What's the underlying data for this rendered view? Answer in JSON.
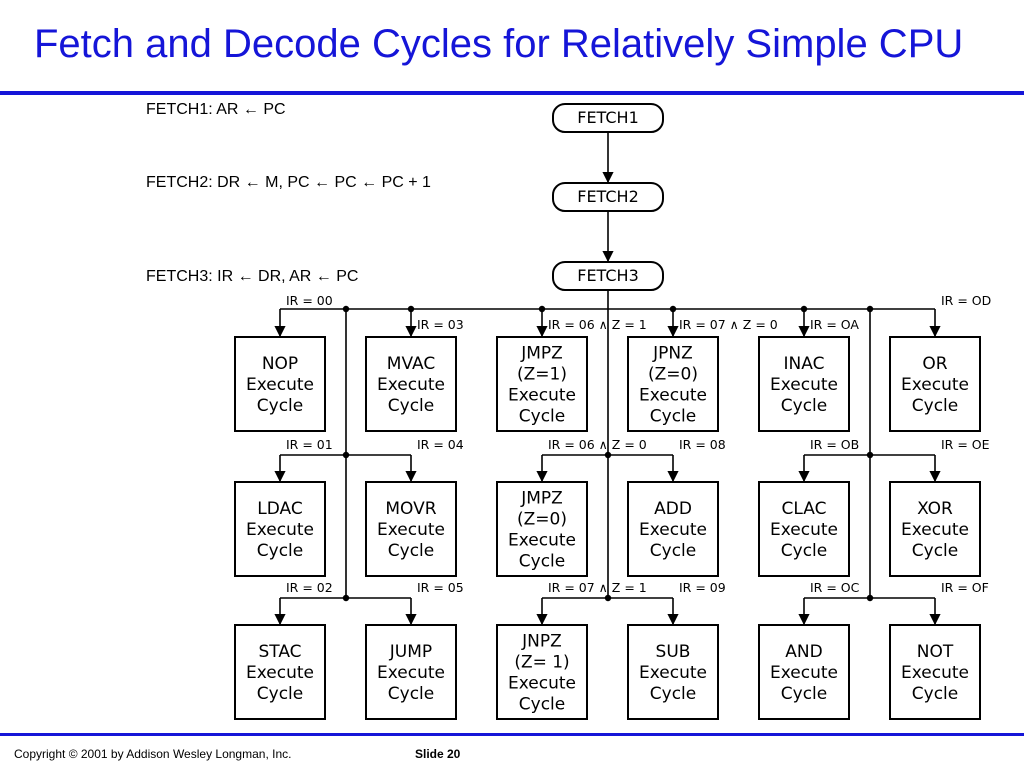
{
  "title": "Fetch and Decode Cycles for Relatively Simple CPU",
  "rtl": {
    "fetch1": "FETCH1: AR ← PC",
    "fetch2": "FETCH2: DR ← M, PC ← PC ← PC + 1",
    "fetch3": "FETCH3: IR ← DR, AR ← PC"
  },
  "states": [
    "FETCH1",
    "FETCH2",
    "FETCH3"
  ],
  "execute_boxes": [
    [
      "NOP",
      "Execute",
      "Cycle"
    ],
    [
      "MVAC",
      "Execute",
      "Cycle"
    ],
    [
      "JMPZ",
      "(Z=1)",
      "Execute",
      "Cycle"
    ],
    [
      "JPNZ",
      "(Z=0)",
      "Execute",
      "Cycle"
    ],
    [
      "INAC",
      "Execute",
      "Cycle"
    ],
    [
      "OR",
      "Execute",
      "Cycle"
    ],
    [
      "LDAC",
      "Execute",
      "Cycle"
    ],
    [
      "MOVR",
      "Execute",
      "Cycle"
    ],
    [
      "JMPZ",
      "(Z=0)",
      "Execute",
      "Cycle"
    ],
    [
      "ADD",
      "Execute",
      "Cycle"
    ],
    [
      "CLAC",
      "Execute",
      "Cycle"
    ],
    [
      "XOR",
      "Execute",
      "Cycle"
    ],
    [
      "STAC",
      "Execute",
      "Cycle"
    ],
    [
      "JUMP",
      "Execute",
      "Cycle"
    ],
    [
      "JNPZ",
      "(Z= 1)",
      "Execute",
      "Cycle"
    ],
    [
      "SUB",
      "Execute",
      "Cycle"
    ],
    [
      "AND",
      "Execute",
      "Cycle"
    ],
    [
      "NOT",
      "Execute",
      "Cycle"
    ]
  ],
  "conditions": [
    "IR = 00",
    "IR = 03",
    "IR = 06 ∧ Z = 1",
    "IR = 07 ∧ Z = 0",
    "IR = OA",
    "IR = OD",
    "IR = 01",
    "IR = 04",
    "IR = 06 ∧ Z = 0",
    "IR = 08",
    "IR = OB",
    "IR = OE",
    "IR = 02",
    "IR = 05",
    "IR = 07 ∧ Z = 1",
    "IR = 09",
    "IR = OC",
    "IR = OF"
  ],
  "footer": {
    "copyright": "Copyright © 2001 by Addison Wesley Longman, Inc.",
    "slide": "Slide 20"
  }
}
